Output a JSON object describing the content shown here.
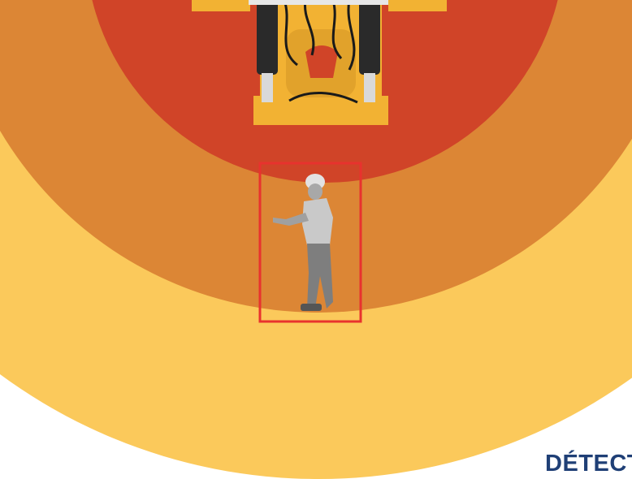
{
  "colors": {
    "background": "#ffffff",
    "zone_outer": "#fbc95b",
    "zone_middle": "#dc8635",
    "zone_inner": "#d04428",
    "detection_box": "#e8322e",
    "machine_body": "#f2b233",
    "machine_dark": "#2a2a2a",
    "worker": "#9a9a9a",
    "caption_text": "#1f3f76"
  },
  "zones": [
    {
      "name": "outer-zone"
    },
    {
      "name": "middle-zone"
    },
    {
      "name": "inner-zone"
    }
  ],
  "machine": {
    "icon": "excavator-top-view-icon"
  },
  "worker": {
    "icon": "worker-with-hardhat-icon"
  },
  "caption": {
    "text": "DÉTECTI"
  }
}
